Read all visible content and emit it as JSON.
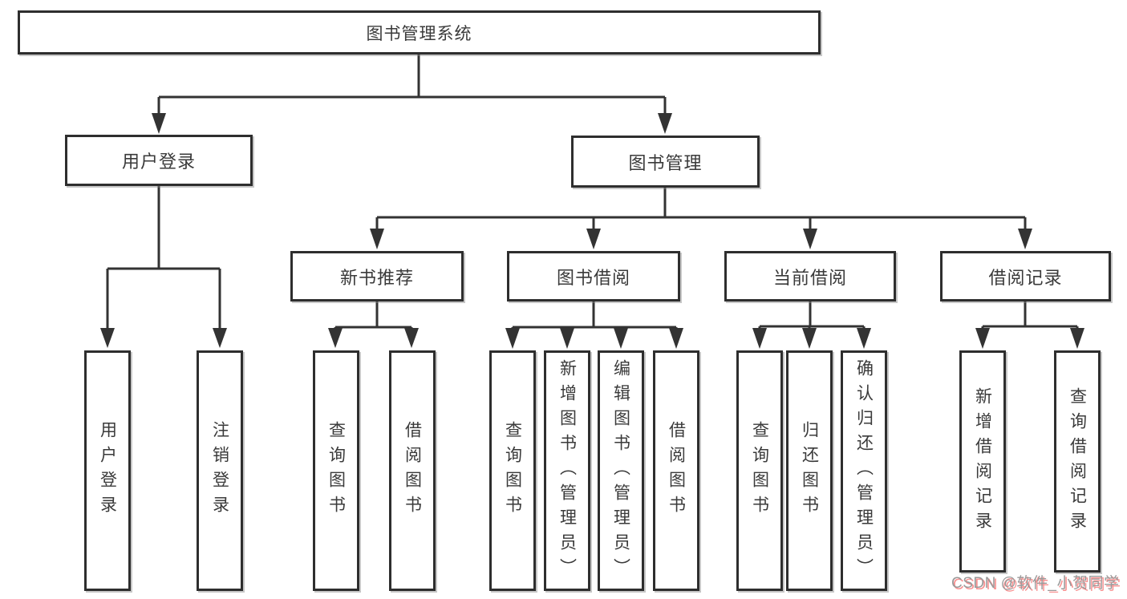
{
  "diagram": {
    "root": {
      "label": "图书管理系统"
    },
    "user_login": {
      "label": "用户登录",
      "children": {
        "login": "用户登录",
        "logout": "注销登录"
      }
    },
    "book_mgmt": {
      "label": "图书管理"
    },
    "new_book_rec": {
      "label": "新书推荐",
      "children": {
        "query": "查询图书",
        "borrow": "借阅图书"
      }
    },
    "book_borrow": {
      "label": "图书借阅",
      "children": {
        "query": "查询图书",
        "add": "新增图书（管理员）",
        "edit": "编辑图书（管理员）",
        "borrow": "借阅图书"
      }
    },
    "current_borrow": {
      "label": "当前借阅",
      "children": {
        "query": "查询图书",
        "return": "归还图书",
        "confirm": "确认归还（管理员）"
      }
    },
    "borrow_records": {
      "label": "借阅记录",
      "children": {
        "add": "新增借阅记录",
        "query": "查询借阅记录"
      }
    },
    "line_color": "#333333"
  },
  "watermark": "CSDN @软件_小贺同学"
}
